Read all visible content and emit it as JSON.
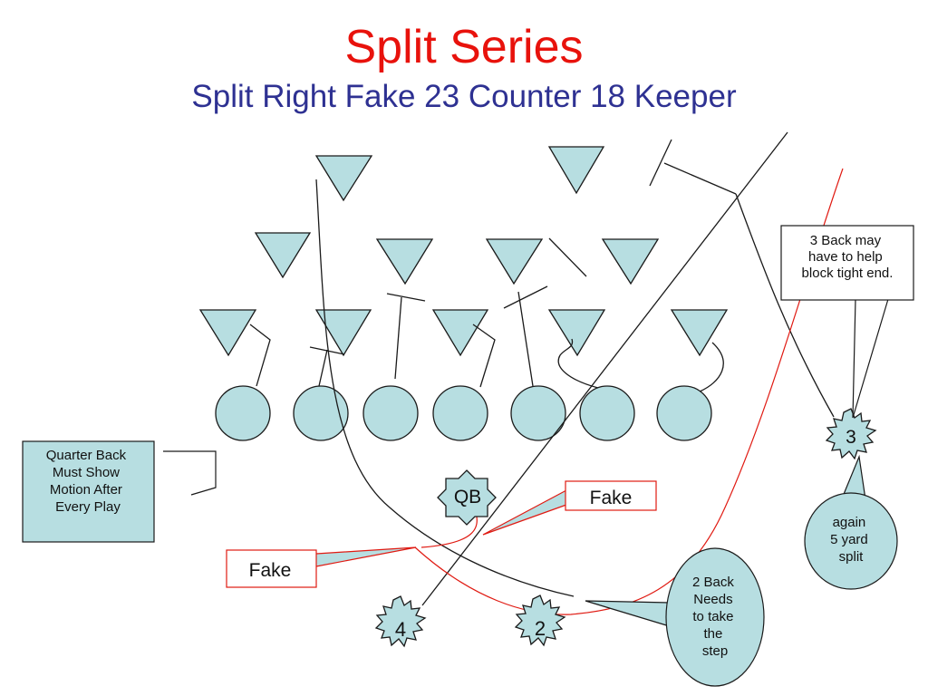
{
  "title": {
    "main": "Split Series",
    "subtitle": "Split Right Fake 23 Counter 18 Keeper"
  },
  "players": {
    "qb": "QB",
    "back_4": "4",
    "back_2": "2",
    "back_3": "3"
  },
  "callouts": {
    "fake_right": "Fake",
    "fake_left": "Fake",
    "three_back": [
      "3 Back may",
      "have to help",
      "block tight end."
    ],
    "quarterback": [
      "Quarter Back",
      "Must Show",
      "Motion After",
      "Every Play"
    ],
    "split": [
      "again",
      "5 yard",
      "split"
    ],
    "two_back": [
      "2 Back",
      "Needs",
      "to take",
      "the",
      "step"
    ]
  },
  "colors": {
    "title_main": "#e8120c",
    "title_sub": "#2e3192",
    "shape_fill": "#b7dee1",
    "outline": "#1a1a1a",
    "route_red": "#e01a12"
  }
}
